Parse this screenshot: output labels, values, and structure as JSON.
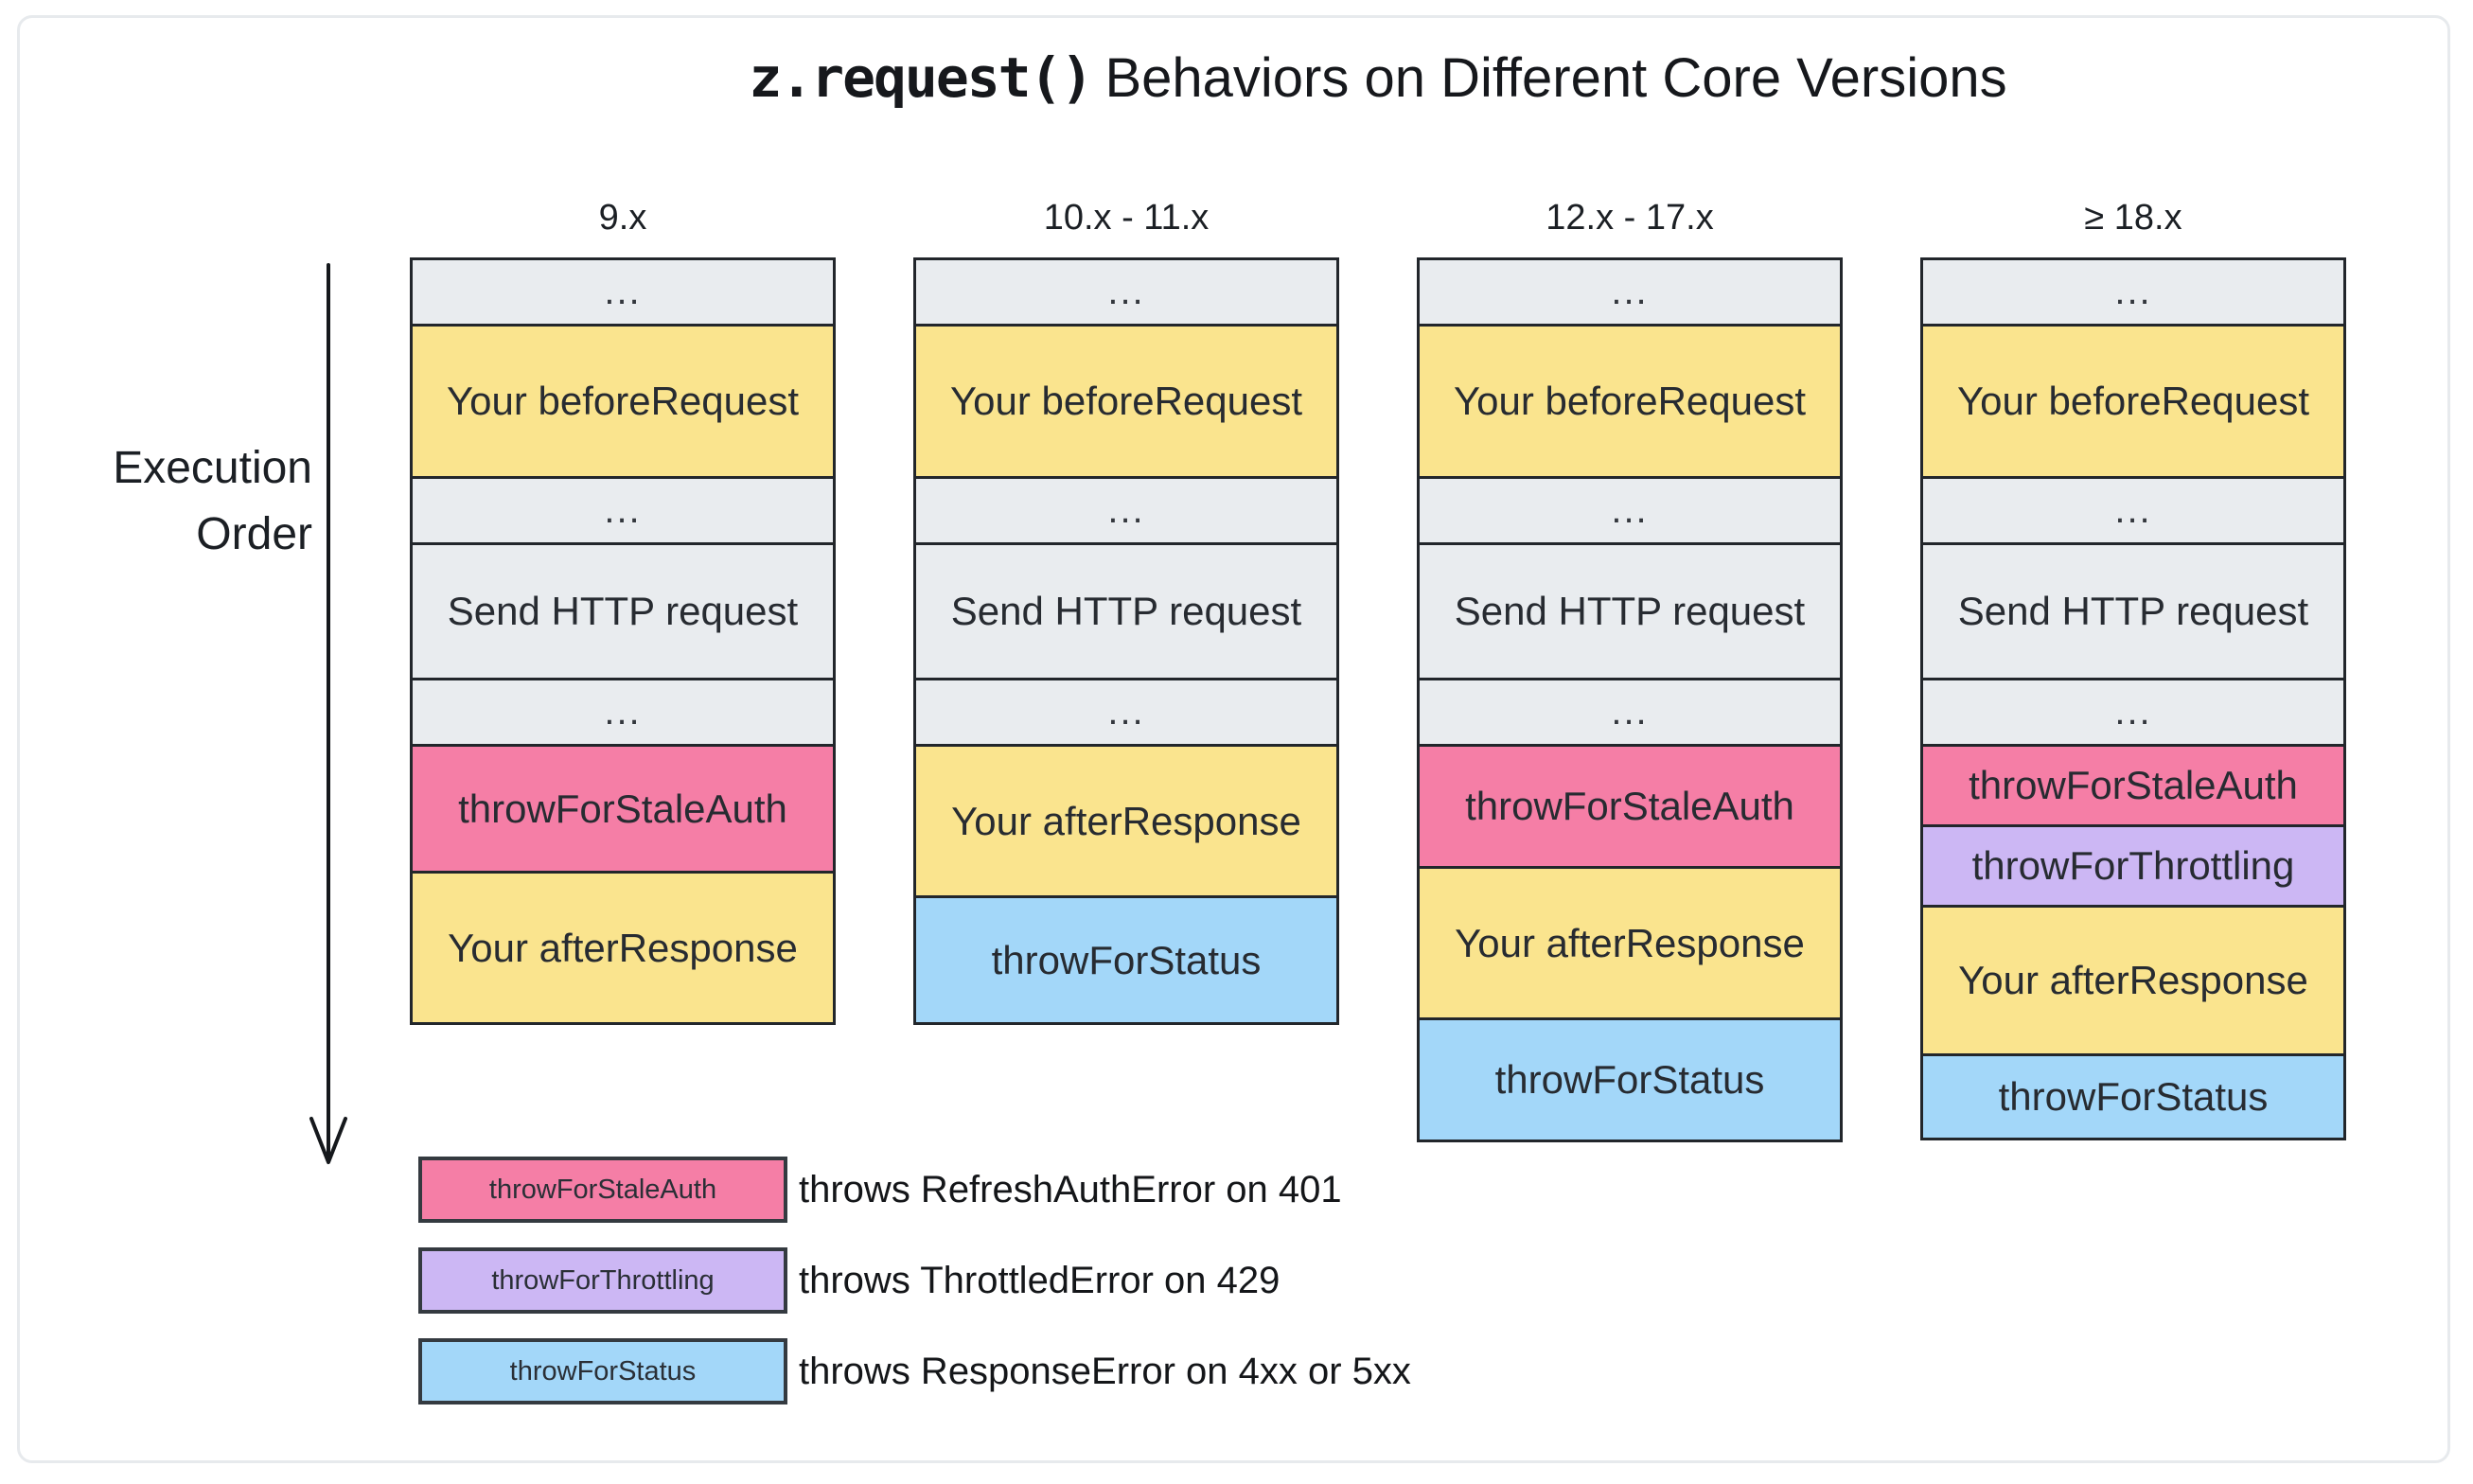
{
  "title": {
    "code_part": "z.request()",
    "text_part": "Behaviors on Different Core Versions"
  },
  "execution_order": {
    "line1": "Execution",
    "line2": "Order"
  },
  "columns": [
    {
      "header": "9.x",
      "steps": [
        {
          "label": "...",
          "type": "neutral",
          "dots": true,
          "h": 73
        },
        {
          "label": "Your beforeRequest",
          "type": "user_hook",
          "h": 164
        },
        {
          "label": "...",
          "type": "neutral",
          "dots": true,
          "h": 73
        },
        {
          "label": "Send HTTP request",
          "type": "neutral",
          "h": 146
        },
        {
          "label": "...",
          "type": "neutral",
          "dots": true,
          "h": 73
        },
        {
          "label": "throwForStaleAuth",
          "type": "stale_auth",
          "h": 137
        },
        {
          "label": "Your afterResponse",
          "type": "user_hook",
          "h": 163
        }
      ]
    },
    {
      "header": "10.x - 11.x",
      "steps": [
        {
          "label": "...",
          "type": "neutral",
          "dots": true,
          "h": 73
        },
        {
          "label": "Your beforeRequest",
          "type": "user_hook",
          "h": 164
        },
        {
          "label": "...",
          "type": "neutral",
          "dots": true,
          "h": 73
        },
        {
          "label": "Send HTTP request",
          "type": "neutral",
          "h": 146
        },
        {
          "label": "...",
          "type": "neutral",
          "dots": true,
          "h": 73
        },
        {
          "label": "Your afterResponse",
          "type": "user_hook",
          "h": 163
        },
        {
          "label": "throwForStatus",
          "type": "status",
          "h": 137
        }
      ]
    },
    {
      "header": "12.x - 17.x",
      "steps": [
        {
          "label": "...",
          "type": "neutral",
          "dots": true,
          "h": 73
        },
        {
          "label": "Your beforeRequest",
          "type": "user_hook",
          "h": 164
        },
        {
          "label": "...",
          "type": "neutral",
          "dots": true,
          "h": 73
        },
        {
          "label": "Send HTTP request",
          "type": "neutral",
          "h": 146
        },
        {
          "label": "...",
          "type": "neutral",
          "dots": true,
          "h": 73
        },
        {
          "label": "throwForStaleAuth",
          "type": "stale_auth",
          "h": 132
        },
        {
          "label": "Your afterResponse",
          "type": "user_hook",
          "h": 163
        },
        {
          "label": "throwForStatus",
          "type": "status",
          "h": 132
        }
      ]
    },
    {
      "header": "≥ 18.x",
      "steps": [
        {
          "label": "...",
          "type": "neutral",
          "dots": true,
          "h": 73
        },
        {
          "label": "Your beforeRequest",
          "type": "user_hook",
          "h": 164
        },
        {
          "label": "...",
          "type": "neutral",
          "dots": true,
          "h": 73
        },
        {
          "label": "Send HTTP request",
          "type": "neutral",
          "h": 146
        },
        {
          "label": "...",
          "type": "neutral",
          "dots": true,
          "h": 73
        },
        {
          "label": "throwForStaleAuth",
          "type": "stale_auth",
          "h": 88
        },
        {
          "label": "throwForThrottling",
          "type": "throttling",
          "h": 88
        },
        {
          "label": "Your afterResponse",
          "type": "user_hook",
          "h": 160
        },
        {
          "label": "throwForStatus",
          "type": "status",
          "h": 92
        }
      ]
    }
  ],
  "legend": [
    {
      "label": "throwForStaleAuth",
      "type": "stale_auth",
      "description": "throws RefreshAuthError on 401"
    },
    {
      "label": "throwForThrottling",
      "type": "throttling",
      "description": "throws ThrottledError on 429"
    },
    {
      "label": "throwForStatus",
      "type": "status",
      "description": "throws ResponseError on 4xx or 5xx"
    }
  ],
  "colors": {
    "neutral": "#E9ECEF",
    "user_hook": "#FAE48E",
    "stale_auth": "#F57EA6",
    "throttling": "#CCB7F4",
    "status": "#A3D7F9",
    "box_border": "#22262B",
    "legend_border": "#343A40"
  }
}
